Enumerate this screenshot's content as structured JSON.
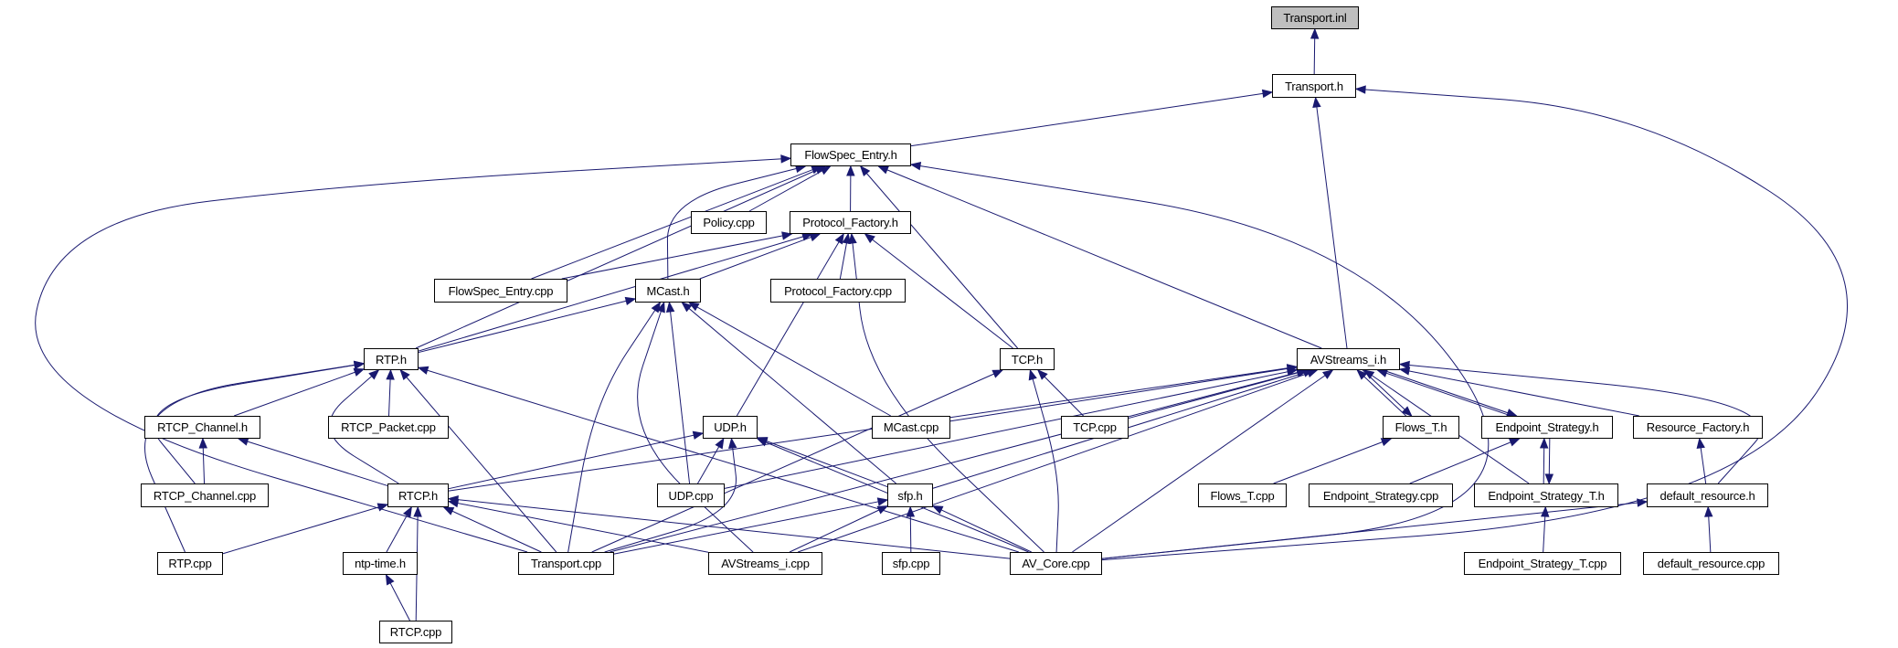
{
  "graph": {
    "edge_color": "#191970",
    "root_fill": "#bfbfbf",
    "nodes": {
      "transport_inl": "Transport.inl",
      "transport_h": "Transport.h",
      "flowspec_entry_h": "FlowSpec_Entry.h",
      "policy_cpp": "Policy.cpp",
      "protocol_factory_h": "Protocol_Factory.h",
      "flowspec_entry_cpp": "FlowSpec_Entry.cpp",
      "mcast_h": "MCast.h",
      "protocol_factory_cpp": "Protocol_Factory.cpp",
      "rtp_h": "RTP.h",
      "tcp_h": "TCP.h",
      "avstreams_i_h": "AVStreams_i.h",
      "rtcp_channel_h": "RTCP_Channel.h",
      "rtcp_packet_cpp": "RTCP_Packet.cpp",
      "udp_h": "UDP.h",
      "mcast_cpp": "MCast.cpp",
      "tcp_cpp": "TCP.cpp",
      "flows_t_h": "Flows_T.h",
      "endpoint_strategy_h": "Endpoint_Strategy.h",
      "resource_factory_h": "Resource_Factory.h",
      "rtcp_channel_cpp": "RTCP_Channel.cpp",
      "rtcp_h": "RTCP.h",
      "udp_cpp": "UDP.cpp",
      "sfp_h": "sfp.h",
      "flows_t_cpp": "Flows_T.cpp",
      "endpoint_strategy_cpp": "Endpoint_Strategy.cpp",
      "endpoint_strategy_t_h": "Endpoint_Strategy_T.h",
      "default_resource_h": "default_resource.h",
      "rtp_cpp": "RTP.cpp",
      "ntp_time_h": "ntp-time.h",
      "transport_cpp": "Transport.cpp",
      "avstreams_i_cpp": "AVStreams_i.cpp",
      "sfp_cpp": "sfp.cpp",
      "av_core_cpp": "AV_Core.cpp",
      "endpoint_strategy_t_cpp": "Endpoint_Strategy_T.cpp",
      "default_resource_cpp": "default_resource.cpp",
      "rtcp_cpp": "RTCP.cpp"
    },
    "edges": [
      [
        "transport_h",
        "transport_inl"
      ],
      [
        "flowspec_entry_h",
        "transport_h"
      ],
      [
        "avstreams_i_h",
        "transport_h"
      ],
      [
        "av_core_cpp",
        "transport_h"
      ],
      [
        "policy_cpp",
        "flowspec_entry_h"
      ],
      [
        "protocol_factory_h",
        "flowspec_entry_h"
      ],
      [
        "flowspec_entry_cpp",
        "flowspec_entry_h"
      ],
      [
        "mcast_h",
        "flowspec_entry_h"
      ],
      [
        "rtp_h",
        "flowspec_entry_h"
      ],
      [
        "tcp_h",
        "flowspec_entry_h"
      ],
      [
        "avstreams_i_h",
        "flowspec_entry_h"
      ],
      [
        "transport_cpp",
        "flowspec_entry_h"
      ],
      [
        "av_core_cpp",
        "flowspec_entry_h"
      ],
      [
        "flowspec_entry_cpp",
        "protocol_factory_h"
      ],
      [
        "mcast_h",
        "protocol_factory_h"
      ],
      [
        "rtp_h",
        "protocol_factory_h"
      ],
      [
        "protocol_factory_cpp",
        "protocol_factory_h"
      ],
      [
        "tcp_h",
        "protocol_factory_h"
      ],
      [
        "udp_h",
        "protocol_factory_h"
      ],
      [
        "av_core_cpp",
        "protocol_factory_h"
      ],
      [
        "rtp_h",
        "mcast_h"
      ],
      [
        "mcast_cpp",
        "mcast_h"
      ],
      [
        "udp_cpp",
        "mcast_h"
      ],
      [
        "transport_cpp",
        "mcast_h"
      ],
      [
        "avstreams_i_cpp",
        "mcast_h"
      ],
      [
        "sfp_h",
        "mcast_h"
      ],
      [
        "rtcp_channel_h",
        "rtp_h"
      ],
      [
        "rtcp_packet_cpp",
        "rtp_h"
      ],
      [
        "rtcp_channel_cpp",
        "rtp_h"
      ],
      [
        "rtcp_h",
        "rtp_h"
      ],
      [
        "rtp_cpp",
        "rtp_h"
      ],
      [
        "transport_cpp",
        "rtp_h"
      ],
      [
        "av_core_cpp",
        "rtp_h"
      ],
      [
        "rtcp_channel_cpp",
        "rtcp_channel_h"
      ],
      [
        "rtcp_h",
        "rtcp_channel_h"
      ],
      [
        "udp_cpp",
        "udp_h"
      ],
      [
        "transport_cpp",
        "udp_h"
      ],
      [
        "sfp_h",
        "udp_h"
      ],
      [
        "av_core_cpp",
        "udp_h"
      ],
      [
        "rtcp_h",
        "udp_h"
      ],
      [
        "tcp_cpp",
        "tcp_h"
      ],
      [
        "transport_cpp",
        "tcp_h"
      ],
      [
        "av_core_cpp",
        "tcp_h"
      ],
      [
        "mcast_cpp",
        "avstreams_i_h"
      ],
      [
        "tcp_cpp",
        "avstreams_i_h"
      ],
      [
        "udp_cpp",
        "avstreams_i_h"
      ],
      [
        "rtcp_h",
        "avstreams_i_h"
      ],
      [
        "transport_cpp",
        "avstreams_i_h"
      ],
      [
        "sfp_h",
        "avstreams_i_h"
      ],
      [
        "avstreams_i_cpp",
        "avstreams_i_h"
      ],
      [
        "av_core_cpp",
        "avstreams_i_h"
      ],
      [
        "flows_t_h",
        "avstreams_i_h"
      ],
      [
        "avstreams_i_h",
        "flows_t_h"
      ],
      [
        "endpoint_strategy_h",
        "avstreams_i_h"
      ],
      [
        "avstreams_i_h",
        "endpoint_strategy_h"
      ],
      [
        "resource_factory_h",
        "avstreams_i_h"
      ],
      [
        "default_resource_h",
        "avstreams_i_h"
      ],
      [
        "endpoint_strategy_t_h",
        "avstreams_i_h"
      ],
      [
        "flows_t_cpp",
        "flows_t_h"
      ],
      [
        "endpoint_strategy_cpp",
        "endpoint_strategy_h"
      ],
      [
        "endpoint_strategy_t_h",
        "endpoint_strategy_h"
      ],
      [
        "endpoint_strategy_h",
        "endpoint_strategy_t_h"
      ],
      [
        "endpoint_strategy_t_cpp",
        "endpoint_strategy_t_h"
      ],
      [
        "default_resource_h",
        "resource_factory_h"
      ],
      [
        "default_resource_cpp",
        "default_resource_h"
      ],
      [
        "av_core_cpp",
        "default_resource_h"
      ],
      [
        "rtp_cpp",
        "rtcp_h"
      ],
      [
        "ntp_time_h",
        "rtcp_h"
      ],
      [
        "rtcp_cpp",
        "rtcp_h"
      ],
      [
        "transport_cpp",
        "rtcp_h"
      ],
      [
        "avstreams_i_cpp",
        "rtcp_h"
      ],
      [
        "av_core_cpp",
        "rtcp_h"
      ],
      [
        "rtcp_cpp",
        "ntp_time_h"
      ],
      [
        "transport_cpp",
        "sfp_h"
      ],
      [
        "avstreams_i_cpp",
        "sfp_h"
      ],
      [
        "sfp_cpp",
        "sfp_h"
      ],
      [
        "av_core_cpp",
        "sfp_h"
      ]
    ]
  }
}
